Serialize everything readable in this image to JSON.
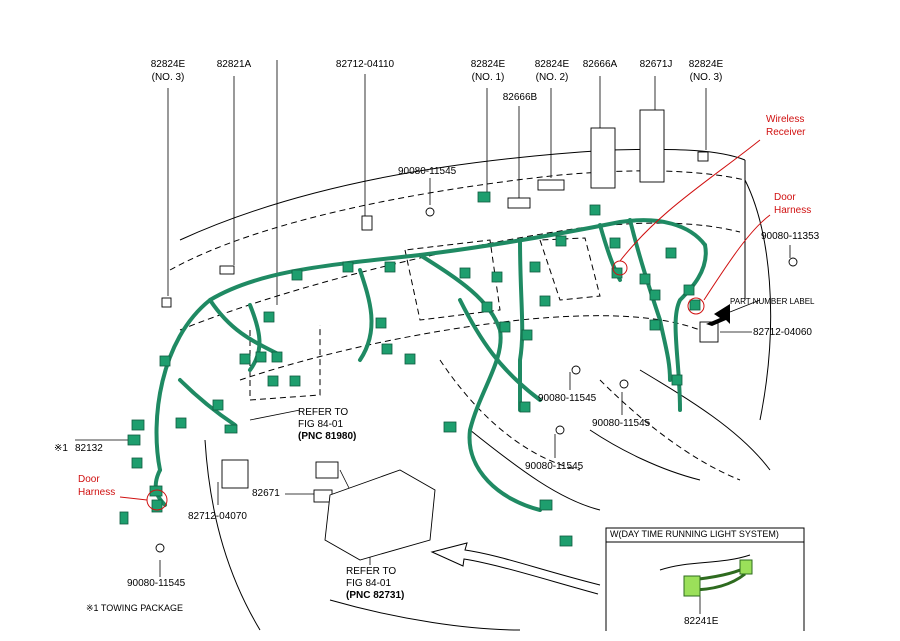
{
  "labels": {
    "p82824E_no3_left": "82824E",
    "p82824E_no3_left_sub": "(NO. 3)",
    "p82821A": "82821A",
    "p82712_04110": "82712-04110",
    "p82824E_no1": "82824E",
    "p82824E_no1_sub": "(NO. 1)",
    "p82824E_no2": "82824E",
    "p82824E_no2_sub": "(NO. 2)",
    "p82666A": "82666A",
    "p82671J": "82671J",
    "p82824E_no3_right": "82824E",
    "p82824E_no3_right_sub": "(NO. 3)",
    "p82666B": "82666B",
    "p90080_11545_top": "90080-11545",
    "p90080_11353": "90080-11353",
    "part_number_label": "PART NUMBER LABEL",
    "p82712_04060": "82712-04060",
    "p82132": "82132",
    "note_mark": "※1",
    "refer_1_line1": "REFER TO",
    "refer_1_line2": "FIG 84-01",
    "refer_1_line3": "(PNC 81980)",
    "p90080_11545_mid1": "90080-11545",
    "p90080_11545_mid2": "90080-11545",
    "p90080_11545_mid3": "90080-11545",
    "p82671": "82671",
    "p82712_04070": "82712-04070",
    "p90080_11545_bottom": "90080-11545",
    "refer_2_line1": "REFER TO",
    "refer_2_line2": "FIG 84-01",
    "refer_2_line3": "(PNC 82731)",
    "drl_title": "W(DAY TIME RUNNING LIGHT SYSTEM)",
    "p82241E": "82241E",
    "footnote": "※1 TOWING PACKAGE"
  },
  "annotations": {
    "wireless_line1": "Wireless",
    "wireless_line2": "Receiver",
    "door_right_line1": "Door",
    "door_right_line2": "Harness",
    "door_left_line1": "Door",
    "door_left_line2": "Harness"
  },
  "colors": {
    "harness": "#1f8a63",
    "harness_dark": "#0f5b3f",
    "connector": "#1e9e6e",
    "drl_connector": "#9be05a",
    "annotation": "#d01010",
    "line": "#000000"
  }
}
